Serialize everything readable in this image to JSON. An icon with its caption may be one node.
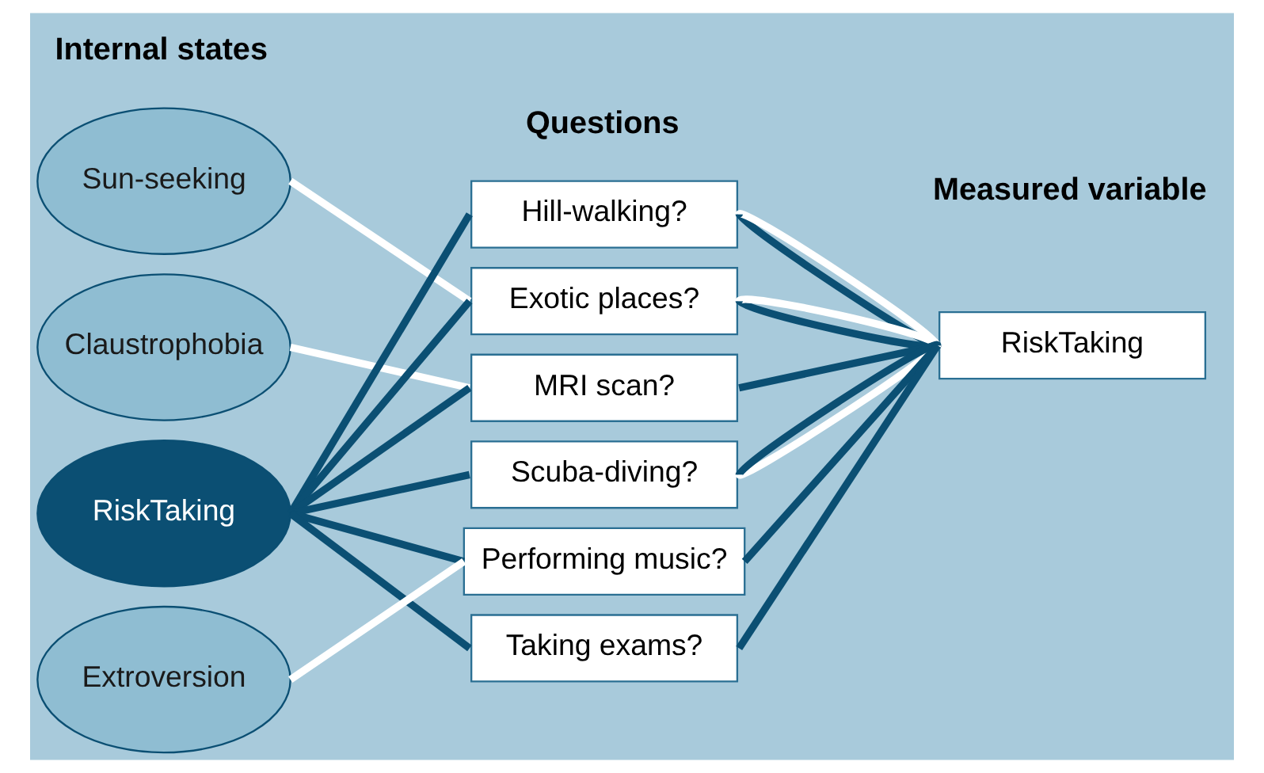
{
  "diagram": {
    "nodes": [
      {
        "text": [
          "Sun-seeking"
        ]
      },
      {
        "text": [
          "Claustrophobia"
        ]
      },
      {
        "text": [
          "RiskTaking"
        ]
      },
      {
        "text": [
          "Extroversion"
        ]
      },
      {
        "text": [
          "Hill-walking?"
        ]
      },
      {
        "text": [
          "Exotic places?"
        ]
      },
      {
        "text": [
          "MRI scan?"
        ]
      },
      {
        "text": [
          "Scuba-diving?"
        ]
      },
      {
        "text": [
          "Performing music?"
        ]
      },
      {
        "text": [
          "Taking exams?"
        ]
      },
      {
        "text": [
          "RiskTaking"
        ]
      }
    ],
    "edges": [
      {
        "from": 0,
        "to": 5,
        "arrow": "none",
        "color": "#ffffff"
      },
      {
        "from": 1,
        "to": 6,
        "arrow": "none",
        "color": "#ffffff"
      },
      {
        "from": 2,
        "to": 4,
        "arrow": "none"
      },
      {
        "from": 2,
        "to": 5,
        "arrow": "none"
      },
      {
        "from": 2,
        "to": 6,
        "arrow": "none"
      },
      {
        "from": 2,
        "to": 7,
        "arrow": "none"
      },
      {
        "from": 2,
        "to": 8,
        "arrow": "none"
      },
      {
        "from": 2,
        "to": 9,
        "arrow": "none"
      },
      {
        "from": 3,
        "to": 8,
        "arrow": "none",
        "color": "#ffffff"
      },
      {
        "from": 4,
        "to": 10,
        "arrow": "none"
      },
      {
        "from": 4,
        "to": 10,
        "arrow": "none",
        "color": "#ffffff"
      },
      {
        "from": 5,
        "to": 10,
        "arrow": "none"
      },
      {
        "from": 5,
        "to": 10,
        "arrow": "none",
        "color": "#ffffff"
      },
      {
        "from": 6,
        "to": 10,
        "arrow": "none"
      },
      {
        "from": 7,
        "to": 10,
        "arrow": "none",
        "color": "#ffffff"
      },
      {
        "from": 7,
        "to": 10,
        "arrow": "none"
      },
      {
        "from": 8,
        "to": 10,
        "arrow": "none"
      },
      {
        "from": 9,
        "to": 10,
        "arrow": "none"
      }
    ],
    "labels": [
      "Internal states",
      "Questions",
      "Measured variable"
    ]
  }
}
